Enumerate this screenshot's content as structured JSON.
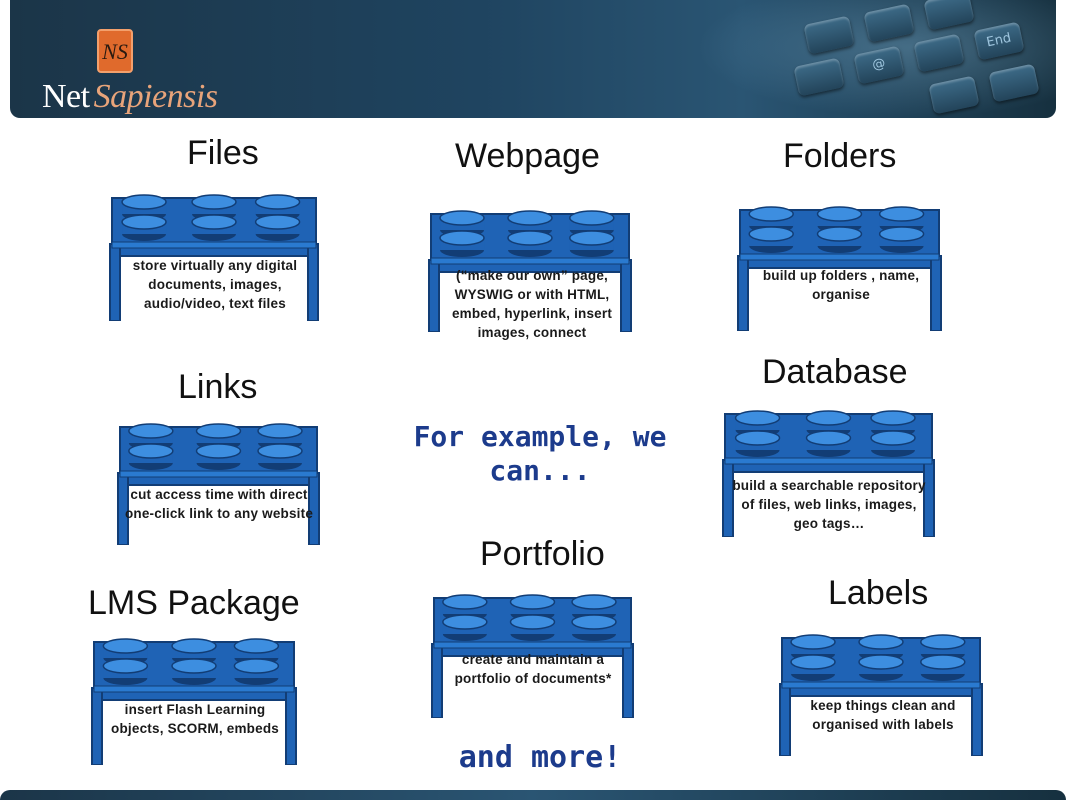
{
  "header": {
    "brand_prefix": "Net",
    "brand_suffix": "Sapiensis",
    "logo_mark": "NS",
    "key_labels": [
      "@",
      "End"
    ]
  },
  "center": {
    "intro": "For example, we can...",
    "outro": "and more!"
  },
  "features": [
    {
      "title": "Files",
      "description": "store virtually any digital documents, images, audio/video, text files"
    },
    {
      "title": "Webpage",
      "description": "(“make our own” page, WYSWIG or with HTML, embed, hyperlink, insert images, connect"
    },
    {
      "title": "Folders",
      "description": "build up folders , name, organise"
    },
    {
      "title": "Links",
      "description": "cut access time with direct one-click link to any website"
    },
    {
      "title": "Database",
      "description": "build a searchable repository of files, web links, images, geo tags…"
    },
    {
      "title": "Portfolio",
      "description": "create and maintain a portfolio of documents*"
    },
    {
      "title": "LMS Package",
      "description": "insert Flash Learning objects, SCORM, embeds"
    },
    {
      "title": "Labels",
      "description": "keep things clean and organised with labels"
    }
  ],
  "colors": {
    "brick_blue": "#1f63b5",
    "brick_dark": "#123d75",
    "center_text": "#1c3b8c",
    "banner": "#1f4460"
  }
}
